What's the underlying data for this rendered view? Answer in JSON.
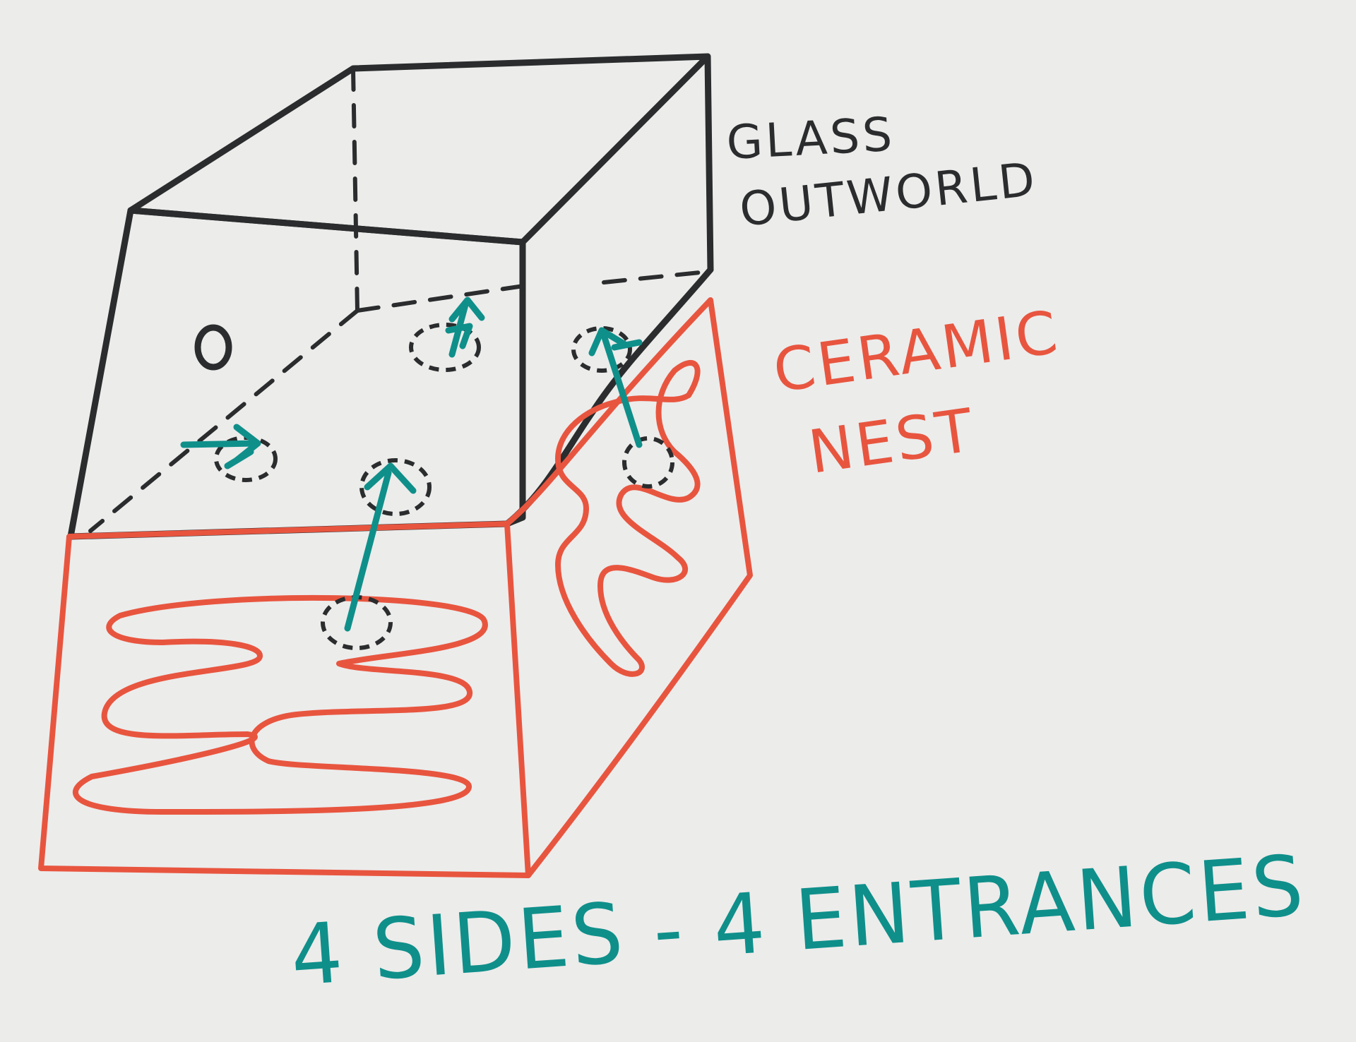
{
  "labels": {
    "glass_line1": "GLASS",
    "glass_line2": "OUTWORLD",
    "ceramic_line1": "CERAMIC",
    "ceramic_line2": "NEST",
    "caption": "4 SIDES - 4 ENTRANCES"
  },
  "colors": {
    "ink": "#2a2c2d",
    "ceramic": "#e8553f",
    "teal": "#0f8f8a",
    "paper": "#ececeb"
  }
}
